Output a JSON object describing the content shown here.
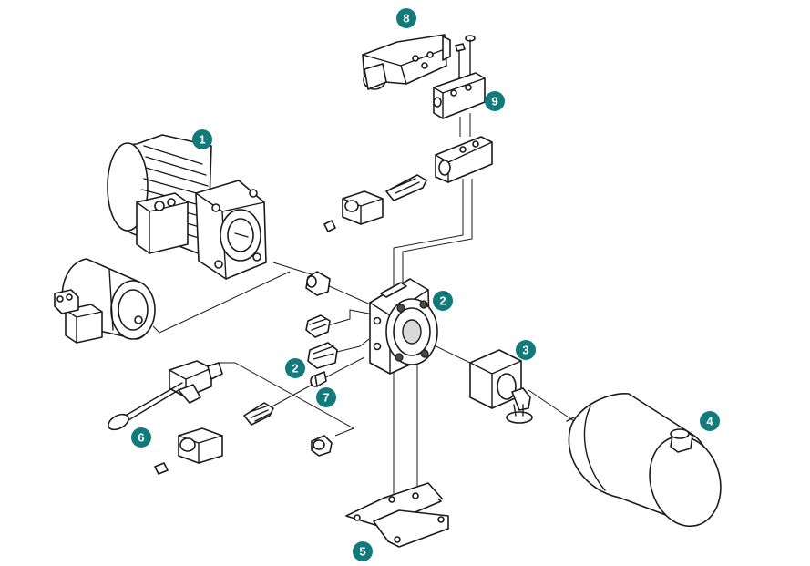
{
  "badge_color": "#127a7a",
  "labels": {
    "l1": "1",
    "l2a": "2",
    "l2b": "2",
    "l3": "3",
    "l4": "4",
    "l5": "5",
    "l6": "6",
    "l7": "7",
    "l8": "8",
    "l9": "9"
  }
}
